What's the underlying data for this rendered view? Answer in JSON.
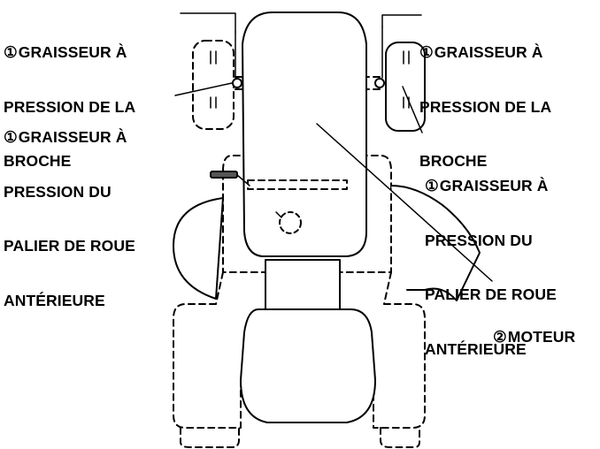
{
  "labels": {
    "top_left": {
      "marker": "①",
      "lines": [
        "GRAISSEUR À",
        "PRESSION DE LA",
        "BROCHE"
      ]
    },
    "top_right": {
      "marker": "①",
      "lines": [
        "GRAISSEUR À",
        "PRESSION DE LA",
        "BROCHE"
      ]
    },
    "mid_left": {
      "marker": "①",
      "lines": [
        "GRAISSEUR À",
        "PRESSION DU",
        "PALIER DE ROUE",
        "ANTÉRIEURE"
      ]
    },
    "mid_right": {
      "marker": "①",
      "lines": [
        "GRAISSEUR À",
        "PRESSION DU",
        "PALIER DE ROUE",
        "ANTÉRIEURE"
      ]
    },
    "engine": {
      "marker": "②",
      "lines": [
        "MOTEUR"
      ]
    }
  }
}
